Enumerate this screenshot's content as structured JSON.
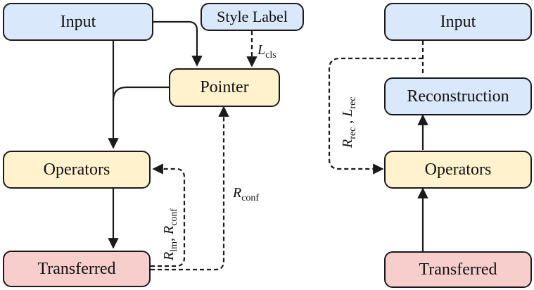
{
  "left_graph": {
    "input": "Input",
    "style_label": "Style Label",
    "pointer": "Pointer",
    "operators": "Operators",
    "transferred": "Transferred",
    "label_cls": {
      "main": "L",
      "sub": "cls"
    },
    "label_conf": {
      "main": "R",
      "sub": "conf"
    },
    "label_lm_conf": {
      "r1": "R",
      "s1": "lm",
      "sep": ", ",
      "r2": "R",
      "s2": "conf"
    }
  },
  "right_graph": {
    "input": "Input",
    "reconstruction": "Reconstruction",
    "operators": "Operators",
    "transferred": "Transferred",
    "label_rec": {
      "r1": "R",
      "s1": "rec",
      "sep": " , ",
      "r2": "L",
      "s2": "rec"
    }
  },
  "colors": {
    "input_fill": "#dae8fc",
    "pointer_operators_fill": "#fff2cc",
    "transferred_fill": "#f8cecc",
    "stroke": "#1a1a1a"
  }
}
